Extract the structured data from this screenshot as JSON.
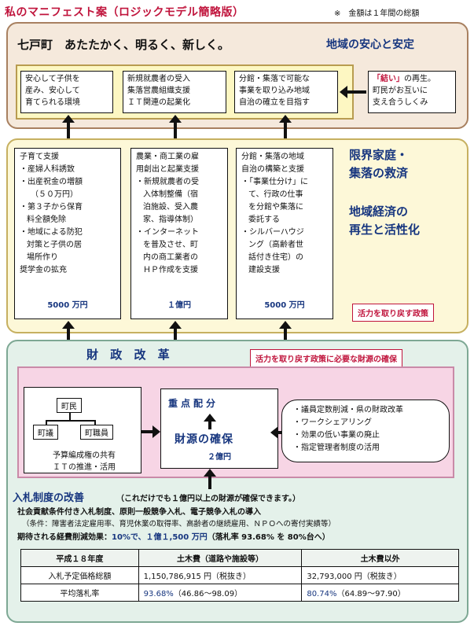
{
  "header": {
    "title": "私のマニフェスト案（ロジックモデル簡略版）",
    "note": "※　金額は１年間の総額"
  },
  "top": {
    "motto": "七戸町　あたたかく、明るく、新しく。",
    "goal": "地域の安心と安定",
    "outcomes": [
      [
        "安心して子供を",
        "産み、安心して",
        "育てられる環境"
      ],
      [
        "新規就農者の受入",
        "集落営農組織支援",
        "ＩＴ関連の起業化"
      ],
      [
        "分館・集落で可能な",
        "事業を取り込み地域",
        "自治の確立を目指す"
      ]
    ],
    "bond_highlight": "「結い」",
    "bond_rest": "の再生。",
    "bond_lines": [
      "町民がお互いに",
      "支え合うしくみ"
    ]
  },
  "middle": {
    "col1": {
      "lines": [
        "子育て支援",
        "・産婦人科誘致",
        "・出産祝金の増額",
        "（５０万円）",
        "・第３子から保育",
        "料全額免除",
        "・地域による防犯",
        "対策と子供の居",
        "場所作り",
        "奨学金の拡充"
      ],
      "amount": "5000 万円"
    },
    "col2": {
      "lines": [
        "農業・商工業の雇",
        "用創出と起業支援",
        "・新規就農者の受",
        "入体制整備（宿",
        "泊施設、受入農",
        "家、指導体制）",
        "・インターネット",
        "を普及させ、町",
        "内の商工業者の",
        "ＨＰ作成を支援"
      ],
      "amount": "１億円"
    },
    "col3": {
      "lines": [
        "分館・集落の地域",
        "自治の構築と支援",
        "・「事業仕分け」に",
        "て、行政の仕事",
        "を分館や集落に",
        "委託する",
        "・シルバーハウジ",
        "ング（高齢者世",
        "話付き住宅）の",
        "建設支援"
      ],
      "amount": "5000 万円"
    },
    "right1": [
      "限界家庭・",
      "集落の救済"
    ],
    "right2": [
      "地域経済の",
      "再生と活性化"
    ],
    "tag": "活力を取り戻す政策"
  },
  "lower": {
    "title": "財 政 改 革",
    "tag": "活力を取り戻す政策に必要な財源の確保",
    "townsfolk": "町民",
    "council": "町議",
    "staff": "町職員",
    "budget_lines": [
      "予算編成権の共有",
      "ＩＴの推進・活用"
    ],
    "allocation": "重点配分",
    "source": "財源の確保",
    "source_amount": "２億円",
    "list": [
      "・議員定数削減・県の財政改革",
      "・ワークシェアリング",
      "・効果の低い事業の廃止",
      "・指定管理者制度の活用"
    ],
    "bid_title": "入札制度の改善",
    "bid_sub": "（これだけでも１億円以上の財源が確保できます。）",
    "body1": "社会貢献条件付き入札制度、原則一般競争入札、電子競争入札の導入",
    "body2": "（条件：障害者法定雇用率、育児休業の取得率、高齢者の継続雇用、ＮＰＯへの寄付実績等）",
    "body3_pre": "期待される経費削減効果：",
    "body3_val": "10%で、１億１,500 万円",
    "body3_post": "（落札率 93.68% を 80%台へ）"
  },
  "table": {
    "header": [
      "平成１８年度",
      "土木費（道路や施設等）",
      "土木費以外"
    ],
    "rows": [
      {
        "label": "入札予定価格総額",
        "a": "1,150,786,915 円（税抜き）",
        "b": "32,793,000 円（税抜き）"
      },
      {
        "label": "平均落札率",
        "a_rate": "93.68%",
        "a_range": "（46.86～98.09）",
        "b_rate": "80.74%",
        "b_range": "（64.89～97.90）"
      }
    ]
  }
}
